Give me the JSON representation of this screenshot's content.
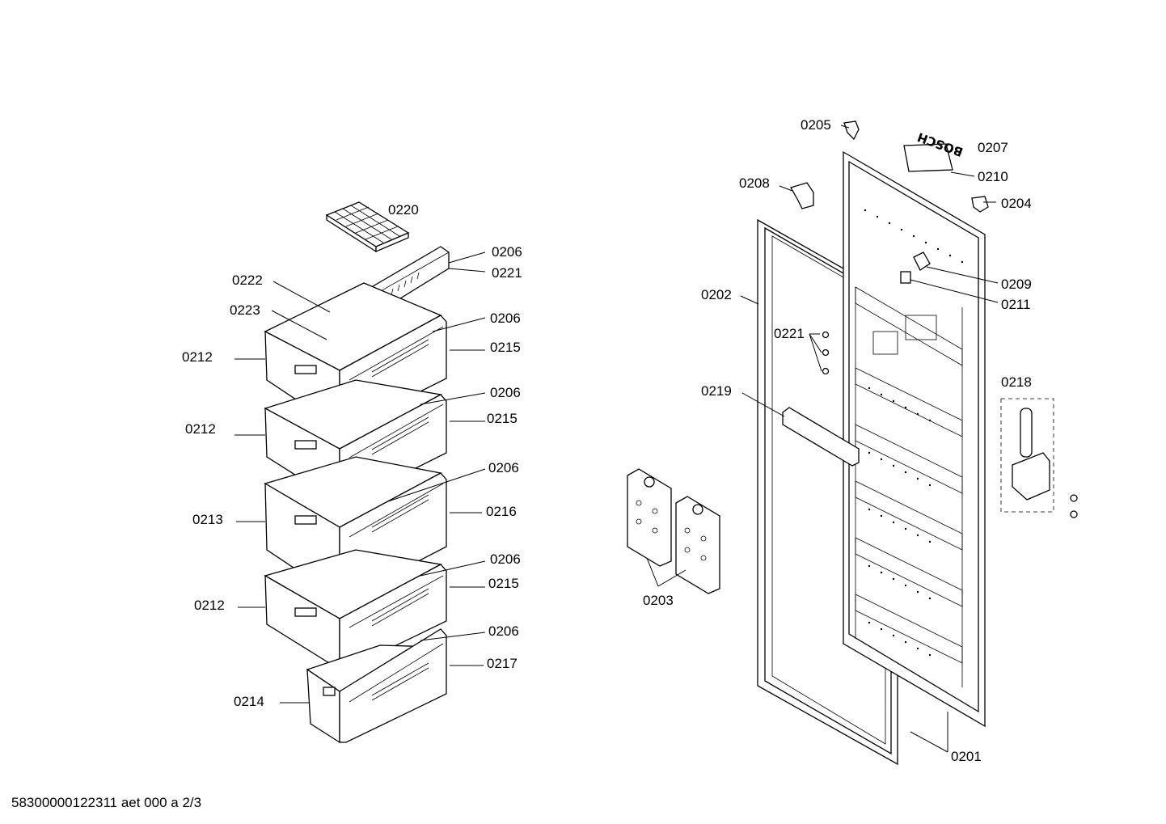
{
  "diagram": {
    "footer_code": "58300000122311 aet 000 a 2/3",
    "brand_mark": "BOSCH",
    "callouts": [
      {
        "id": "c0220",
        "text": "0220"
      },
      {
        "id": "c0206a",
        "text": "0206"
      },
      {
        "id": "c0221a",
        "text": "0221"
      },
      {
        "id": "c0222",
        "text": "0222"
      },
      {
        "id": "c0223",
        "text": "0223"
      },
      {
        "id": "c0206b",
        "text": "0206"
      },
      {
        "id": "c0212a",
        "text": "0212"
      },
      {
        "id": "c0215a",
        "text": "0215"
      },
      {
        "id": "c0206c",
        "text": "0206"
      },
      {
        "id": "c0212b",
        "text": "0212"
      },
      {
        "id": "c0215b",
        "text": "0215"
      },
      {
        "id": "c0206d",
        "text": "0206"
      },
      {
        "id": "c0213",
        "text": "0213"
      },
      {
        "id": "c0216",
        "text": "0216"
      },
      {
        "id": "c0206e",
        "text": "0206"
      },
      {
        "id": "c0212c",
        "text": "0212"
      },
      {
        "id": "c0215c",
        "text": "0215"
      },
      {
        "id": "c0206f",
        "text": "0206"
      },
      {
        "id": "c0217",
        "text": "0217"
      },
      {
        "id": "c0214",
        "text": "0214"
      },
      {
        "id": "c0205",
        "text": "0205"
      },
      {
        "id": "c0207",
        "text": "0207"
      },
      {
        "id": "c0210",
        "text": "0210"
      },
      {
        "id": "c0208",
        "text": "0208"
      },
      {
        "id": "c0204",
        "text": "0204"
      },
      {
        "id": "c0209",
        "text": "0209"
      },
      {
        "id": "c0211",
        "text": "0211"
      },
      {
        "id": "c0202",
        "text": "0202"
      },
      {
        "id": "c0221b",
        "text": "0221"
      },
      {
        "id": "c0218",
        "text": "0218"
      },
      {
        "id": "c0219",
        "text": "0219"
      },
      {
        "id": "c0203",
        "text": "0203"
      },
      {
        "id": "c0201",
        "text": "0201"
      }
    ]
  }
}
